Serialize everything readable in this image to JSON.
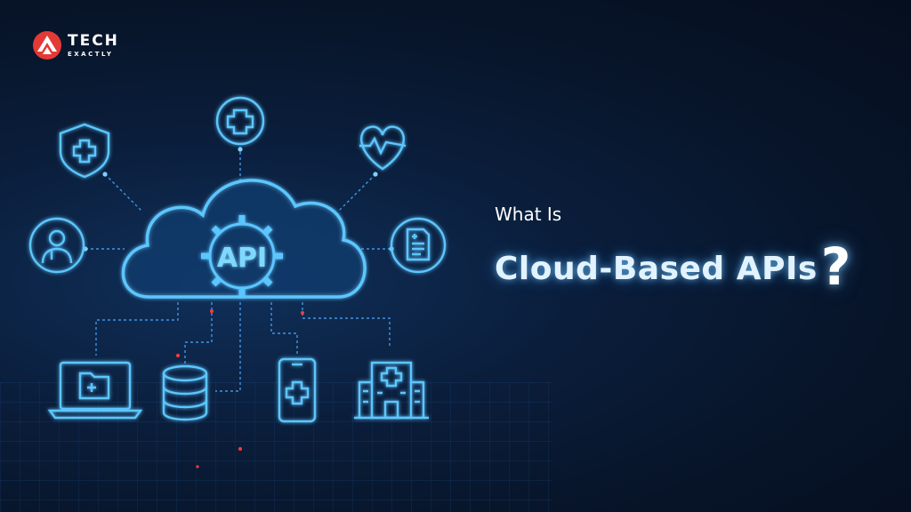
{
  "brand": {
    "name_main": "TECH",
    "name_sub": "EXACTLY",
    "accent_color": "#e53935"
  },
  "headline": {
    "kicker": "What Is",
    "title": "Cloud-Based APIs",
    "question_mark": "?"
  },
  "illustration": {
    "cloud_label": "API",
    "icons": [
      "shield-medical-icon",
      "medical-cross-icon",
      "heartbeat-icon",
      "doctor-icon",
      "medical-report-icon",
      "laptop-folder-icon",
      "database-icon",
      "smartphone-medical-icon",
      "hospital-icon"
    ],
    "glow_color": "#3fb6ff"
  }
}
